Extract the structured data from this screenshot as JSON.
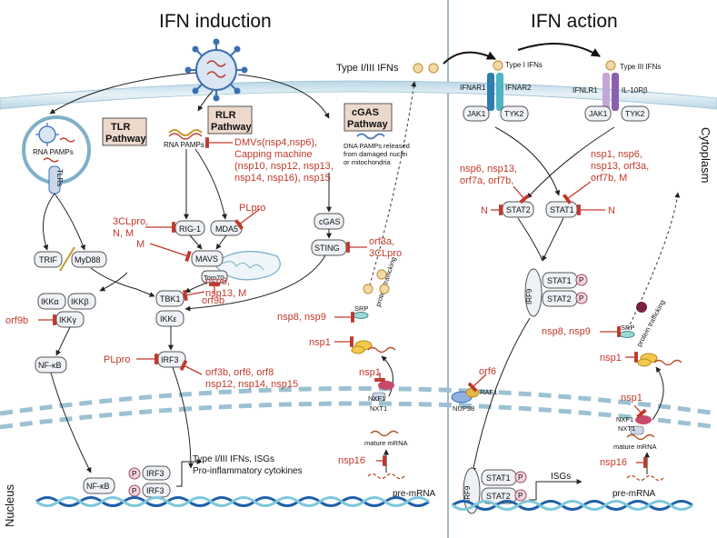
{
  "titles": {
    "left": "IFN induction",
    "right": "IFN action"
  },
  "compartments": {
    "cytoplasm": "Cytoplasm",
    "nucleus": "Nucleus"
  },
  "pathways": {
    "tlr": [
      "TLR",
      "Pathway"
    ],
    "rlr": [
      "RLR",
      "Pathway"
    ],
    "cgas": [
      "cGAS",
      "Pathway"
    ]
  },
  "left": {
    "rna_pamps_endo": "RNA PAMPs",
    "tlrs": "TLRs",
    "rna_pamps_rlr": "RNA PAMPs",
    "dna_pamps": [
      "DNA PAMPs released",
      "from damaged nuclei",
      "or mitochondria"
    ],
    "nodes": {
      "rig1": "RIG-1",
      "mda5": "MDA5",
      "mavs": "MAVS",
      "tom70": "Tom70",
      "trif": "TRIF",
      "myd88": "MyD88",
      "cgas": "cGAS",
      "sting": "STING",
      "tbk1": "TBK1",
      "ikke": "IKKε",
      "ikka": "IKKα",
      "ikkb": "IKKβ",
      "ikkg": "IKKγ",
      "nfkb": "NF-κB",
      "irf3": "IRF3",
      "srp": "SRP",
      "nxf1": "NXF1",
      "nxt1": "NXT1",
      "nfkb_nuc": "NF-κB",
      "irf3_a": "IRF3",
      "irf3_b": "IRF3",
      "p": "P"
    },
    "type_ifns": "Type I/III IFNs",
    "protein_trafficking": "protein trafficking",
    "mature_mrna": "mature mRNA",
    "pre_mrna": "pre-mRNA",
    "outputs": [
      "Type I/III IFNs, ISGs",
      "Pro-inflammatory cytokines"
    ],
    "inhibitors": {
      "dmvs": [
        "DMVs(nsp4,nsp6),",
        "Capping machine",
        "(nsp10, nsp12, nsp13,",
        "nsp14, nsp16), nsp15"
      ],
      "rig": [
        "3CLpro,",
        "N, M"
      ],
      "plpro_mda": "PLpro",
      "m_mavs": "M",
      "orf9b_tom": "orf9b",
      "tbk": [
        "nsp6,",
        "nsp13, M"
      ],
      "sting": [
        "orf3a,",
        "3CLpro"
      ],
      "orf9b_ikk": "orf9b",
      "plpro_irf3": "PLpro",
      "irf3": [
        "orf3b, orf6, orf8",
        "nsp12, nsp14, nsp15"
      ],
      "srp": "nsp8, nsp9",
      "nsp1_ribo": "nsp1",
      "nsp1_nxf": "nsp1",
      "nsp16": "nsp16"
    }
  },
  "right": {
    "type1_label": "Type I IFNs",
    "type3_label": "Type III IFNs",
    "receptors": {
      "ifnar1": "IFNAR1",
      "ifnar2": "IFNAR2",
      "ifnlr1": "IFNLR1",
      "il10rb": "IL-10Rβ"
    },
    "nodes": {
      "jak1_a": "JAK1",
      "tyk2_a": "TYK2",
      "jak1_b": "JAK1",
      "tyk2_b": "TYK2",
      "stat2": "STAT2",
      "stat1": "STAT1",
      "irf9": "IRF9",
      "c_stat1": "STAT1",
      "c_stat2": "STAT2",
      "rae1": "RAE1",
      "nup98": "NUP98",
      "srp": "SRP",
      "nxf1": "NXF1",
      "nxt1": "NXT1",
      "n_irf9": "IRF9",
      "n_stat1": "STAT1",
      "n_stat2": "STAT2",
      "p": "P"
    },
    "protein_trafficking": "protein trafficking",
    "mature_mrna": "mature mRNA",
    "pre_mrna": "pre-mRNA",
    "isgs": "ISGs",
    "inhibitors": {
      "stat2": [
        "nsp6, nsp13,",
        "orf7a, orf7b,"
      ],
      "stat1": [
        "nsp1, nsp6,",
        "nsp13, orf3a,",
        "orf7b, M"
      ],
      "n_left": "N",
      "n_right": "N",
      "orf6": "orf6",
      "srp": "nsp8, nsp9",
      "nsp1_ribo": "nsp1",
      "nsp1_nxf": "nsp1",
      "nsp16": "nsp16"
    }
  },
  "colors": {
    "inhibitor": "#c0392b",
    "membrane": "#cfe3ec",
    "node_fill": "#eef1f5",
    "node_stroke": "#555555",
    "pathway_box": "#ecd9cc",
    "dna_blue": "#1f5fa8",
    "dna_cyan": "#7ec8dc"
  }
}
